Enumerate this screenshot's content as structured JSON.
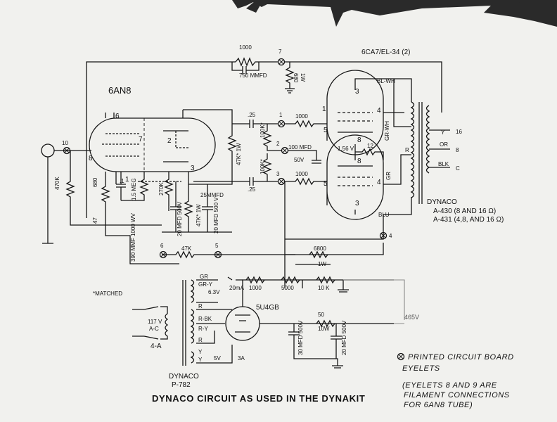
{
  "title": "DYNACO CIRCUIT AS USED IN THE DYNAKIT",
  "output_tubes": "6CA7/EL-34 (2)",
  "input_tube": "6AN8",
  "rectifier": "5U4GB",
  "matched_note": "*MATCHED",
  "legend": {
    "line1": "PRINTED CIRCUIT BOARD",
    "line2": "EYELETS",
    "note1": "(EYELETS 8 AND 9 ARE",
    "note2": "FILAMENT CONNECTIONS",
    "note3": "FOR 6AN8 TUBE)"
  },
  "output_transformer": {
    "brand": "DYNACO",
    "model1": "A-430  (8 AND 16 Ω)",
    "model2": "A-431 (4,8, AND 16 Ω)",
    "taps": [
      "16",
      "8",
      "C"
    ],
    "tap_wires": [
      "Y",
      "OR",
      "BLK"
    ],
    "leads": [
      "BL-WH",
      "GR-WH",
      "R",
      "GR",
      "BLU"
    ]
  },
  "power_transformer": {
    "brand": "DYNACO",
    "model": "P-782",
    "mains": "117 V",
    "mains2": "A-C",
    "fuse": "4-A",
    "sec_leads": [
      "GR",
      "GR-Y",
      "6.3V",
      "R",
      "R-BK",
      "R-Y",
      "R",
      "Y",
      "Y",
      "5V",
      "3A"
    ]
  },
  "components": {
    "r_1000_fb": "1000",
    "c_750": "750 MMFD",
    "r_680": "680",
    "r_680_w": "1W",
    "c_25a": ".25",
    "c_25b": ".25",
    "r_1000_a": "1000",
    "r_1000_b": "1000",
    "r_100k_a": "100K*",
    "r_100k_b": "100K*",
    "c_100mfd": "100 MFD",
    "c_50v": "50V",
    "v_156": "1.56 V",
    "r_12": "12",
    "r_47k_1w": "47K* 1W",
    "r_47k_1w_b": "47K* 1W",
    "r_470k": "470K",
    "r_680_k": "680",
    "r_47": "47",
    "c_01": ".1",
    "r_15meg": "1.5 MEG",
    "r_270k": "270K",
    "c_25mmfd": "25MMFD",
    "c_20mfd_a": "20 MFD 500V",
    "c_20mfd_b": "20 MFD 500 V",
    "c_390": "390 MMF 1000 WV",
    "r_47k": "47K",
    "r_6800": "6800",
    "r_6800_w": "1W",
    "r_1000_ps": "1000",
    "r_5000": "5000",
    "r_10k": "10 K",
    "c_20ma": "20mA",
    "r_50": "50",
    "r_50_w": "10W",
    "c_30mfd": "30 MFD 500V",
    "c_20mfd_c": "20 MFD 500V",
    "v_465": "465V"
  },
  "eyelets": [
    "10",
    "7",
    "1",
    "2",
    "3",
    "4",
    "5",
    "6"
  ],
  "pins_6an8": [
    "6",
    "7",
    "2",
    "3",
    "8",
    "1"
  ],
  "pins_el34": [
    "3",
    "1",
    "4",
    "5",
    "8",
    "3",
    "4",
    "5",
    "8"
  ],
  "colors": {
    "paper": "#f1f1ee",
    "ink": "#151515",
    "pencil": "#8a8a8a",
    "background": "#2a2a2a"
  }
}
